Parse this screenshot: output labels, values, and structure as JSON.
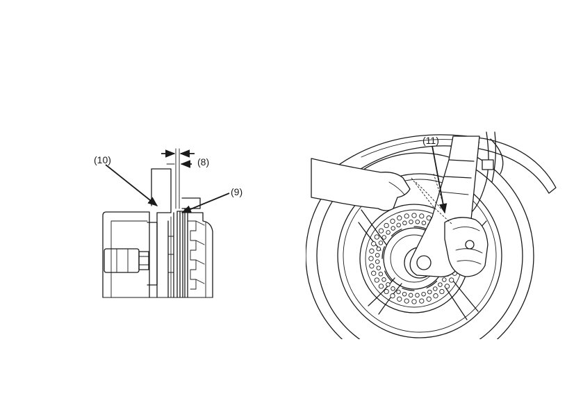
{
  "labels": {
    "l8": "(8)",
    "l9": "(9)",
    "l10": "(10)",
    "l11": "(11)"
  },
  "colors": {
    "ink": "#1a1a1a",
    "paper": "#ffffff"
  }
}
